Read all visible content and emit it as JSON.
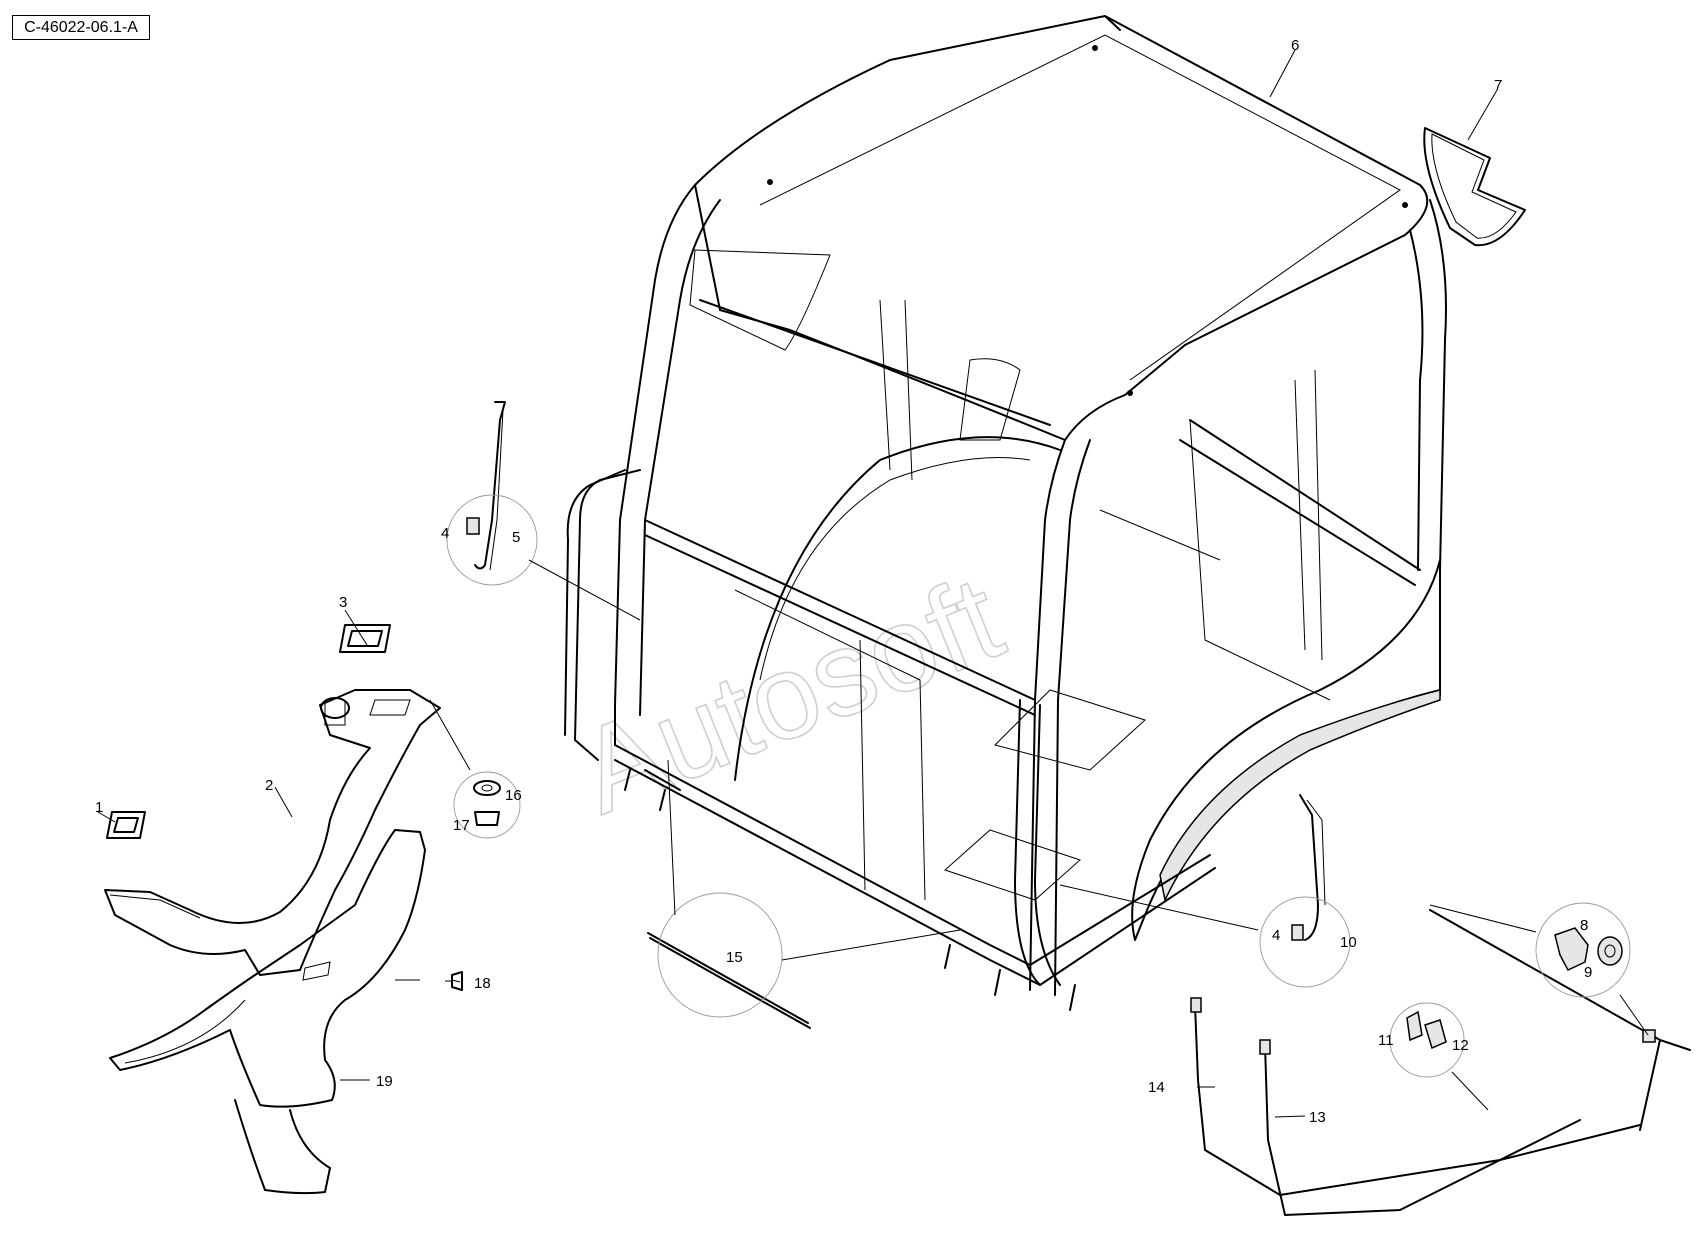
{
  "reference": "C-46022-06.1-A",
  "watermark": "Autosoft",
  "callouts": [
    "1",
    "2",
    "3",
    "4",
    "5",
    "6",
    "7",
    "8",
    "9",
    "10",
    "11",
    "12",
    "13",
    "14",
    "15",
    "16",
    "17",
    "18",
    "19"
  ]
}
